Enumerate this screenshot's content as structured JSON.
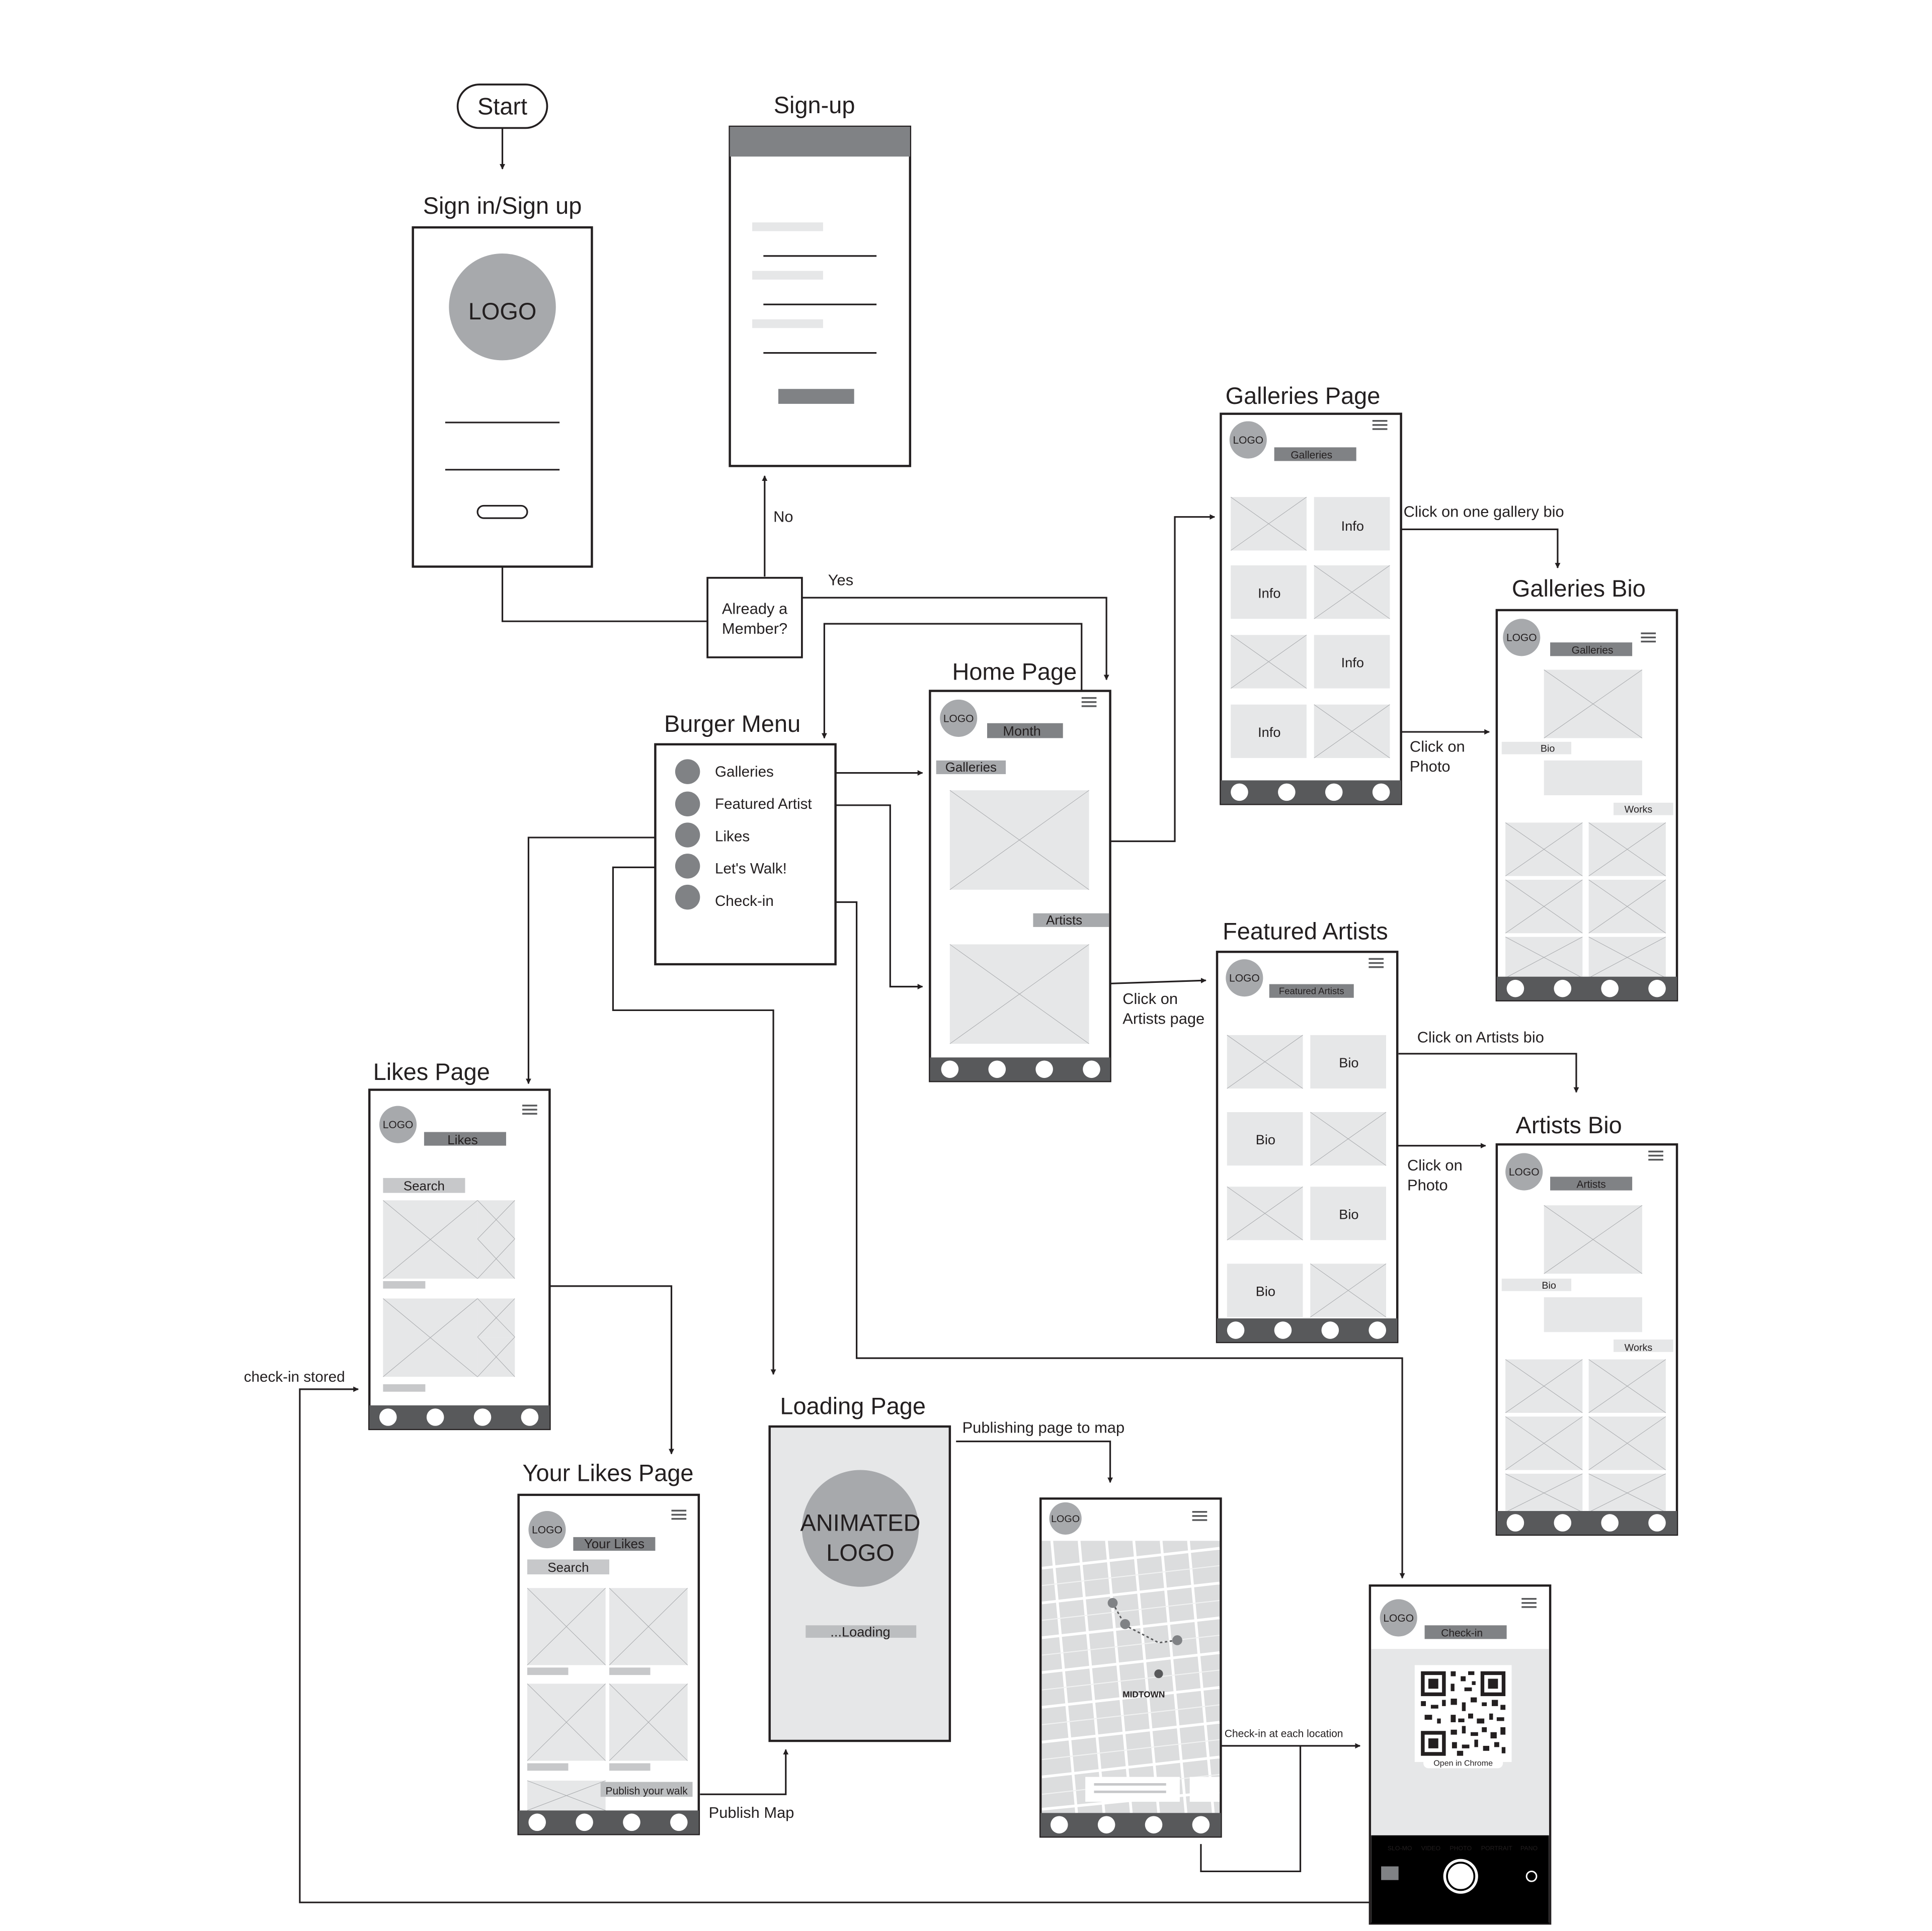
{
  "start": {
    "label": "Start"
  },
  "decision": {
    "line1": "Already a",
    "line2": "Member?",
    "yes": "Yes",
    "no": "No"
  },
  "screens": {
    "signin": {
      "title": "Sign in/Sign up",
      "logo": "LOGO"
    },
    "signup": {
      "title": "Sign-up"
    },
    "home": {
      "title": "Home Page",
      "logo": "LOGO",
      "month": "Month",
      "galleries": "Galleries",
      "artists": "Artists"
    },
    "burger": {
      "title": "Burger Menu",
      "items": [
        "Galleries",
        "Featured Artist",
        "Likes",
        "Let's Walk!",
        "Check-in"
      ]
    },
    "galleries": {
      "title": "Galleries Page",
      "logo": "LOGO",
      "tab": "Galleries",
      "info": "Info"
    },
    "galleries_bio": {
      "title": "Galleries Bio",
      "logo": "LOGO",
      "tab": "Galleries",
      "bio": "Bio",
      "works": "Works"
    },
    "featured": {
      "title": "Featured Artists",
      "logo": "LOGO",
      "tab": "Featured Artists",
      "bio": "Bio"
    },
    "artists_bio": {
      "title": "Artists Bio",
      "logo": "LOGO",
      "tab": "Artists",
      "bio": "Bio",
      "works": "Works"
    },
    "likes": {
      "title": "Likes Page",
      "logo": "LOGO",
      "tab": "Likes",
      "search": "Search"
    },
    "your_likes": {
      "title": "Your Likes Page",
      "logo": "LOGO",
      "tab": "Your Likes",
      "search": "Search",
      "publish": "Publish your walk"
    },
    "loading": {
      "title": "Loading Page",
      "logo_line1": "ANIMATED",
      "logo_line2": "LOGO",
      "loading": "...Loading"
    },
    "map": {
      "logo": "LOGO",
      "midtown": "MIDTOWN"
    },
    "checkin": {
      "logo": "LOGO",
      "tab": "Check-in",
      "open_in": "Open in Chrome",
      "modes": [
        "SLO-MO",
        "VIDEO",
        "PHOTO",
        "PORTRAIT",
        "PANO"
      ]
    }
  },
  "flows": {
    "click_gallery_bio": "Click on one gallery bio",
    "click_photo": [
      "Click on",
      "Photo"
    ],
    "click_artists_page": [
      "Click on",
      "Artists page"
    ],
    "click_artists_bio": "Click on Artists bio",
    "publishing_page": "Publishing page to map",
    "publish_map": "Publish Map",
    "checkin_each": "Check-in at each location",
    "checkin_stored": "check-in stored"
  }
}
